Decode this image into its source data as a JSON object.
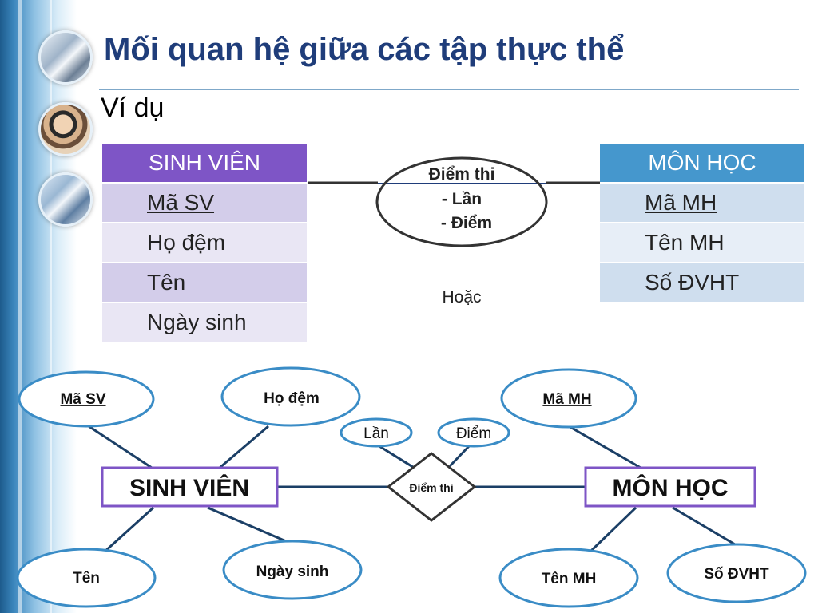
{
  "slide": {
    "title": "Mối quan hệ giữa các tập thực thể",
    "subtitle": "Ví dụ"
  },
  "table_sinh_vien": {
    "header": "SINH VIÊN",
    "rows": [
      "Mã SV",
      "Họ đệm",
      "Tên",
      "Ngày sinh"
    ]
  },
  "table_mon_hoc": {
    "header": "MÔN HỌC",
    "rows": [
      "Mã MH",
      "Tên MH",
      "Số ĐVHT"
    ]
  },
  "relationship_top": {
    "name": "Điểm thi",
    "attr1": "- Lần",
    "attr2": "- Điểm"
  },
  "or_label": "Hoặc",
  "er": {
    "entity_left": "SINH VIÊN",
    "entity_right": "MÔN HỌC",
    "relationship": "Điểm thi",
    "attrs_left": {
      "ma_sv": "Mã SV",
      "ho_dem": "Họ đệm",
      "ten": "Tên",
      "ngay_sinh": "Ngày sinh"
    },
    "attrs_right": {
      "ma_mh": "Mã MH",
      "ten_mh": "Tên MH",
      "so_dvht": "Số ĐVHT"
    },
    "attrs_rel": {
      "lan": "Lần",
      "diem": "Điểm"
    }
  },
  "colors": {
    "title": "#1f3d7a",
    "sv_header": "#7e55c6",
    "mh_header": "#4597cd",
    "ellipse_border": "#3a8cc6",
    "entity_border": "#7e55c6",
    "line": "#1b3f66"
  }
}
